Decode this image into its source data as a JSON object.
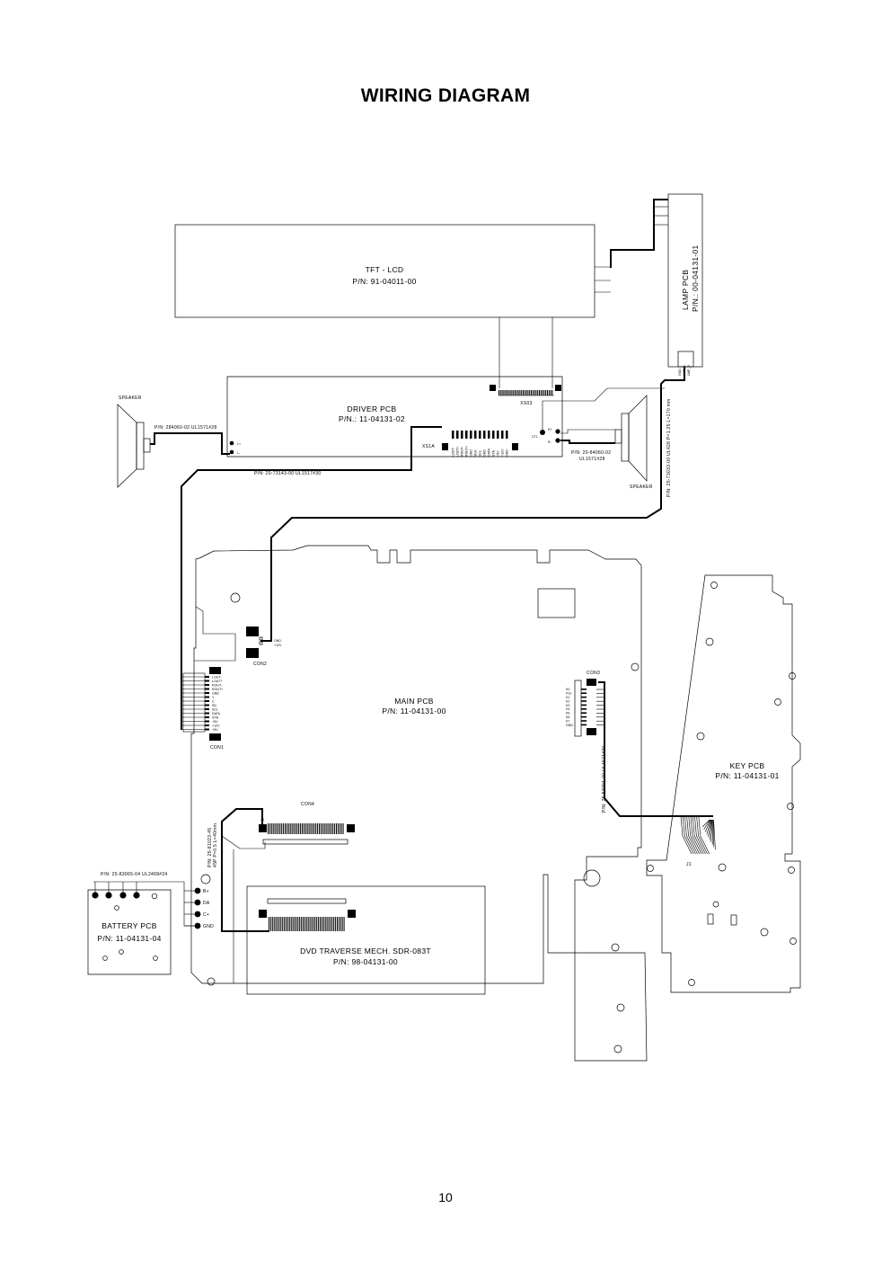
{
  "page": {
    "title": "WIRING DIAGRAM",
    "page_number": "10"
  },
  "tft_lcd": {
    "name": "TFT - LCD",
    "pn": "P/N: 91-04011-00"
  },
  "lamp_pcb": {
    "name": "LAMP PCB",
    "pn": "P/N.: 00-04131-01",
    "pins": [
      "GND",
      "LMP_A",
      "LMP_B"
    ]
  },
  "driver_pcb": {
    "name": "DRIVER PCB",
    "pn": "P/N.: 11-04131-02",
    "xs03": "XS03",
    "xs1a": "XS1A",
    "xs1a_pins": [
      "LOUT-",
      "LOUT+",
      "ROUT-",
      "ROUT+",
      "GND",
      "SDA",
      "SCL",
      "GND",
      "DATA",
      "STB",
      "+5V",
      "+12V",
      "GND"
    ],
    "ctl": "CTL",
    "ctl_pins": [
      "R+",
      "R-"
    ],
    "speaker_pins": [
      "L+",
      "L-"
    ]
  },
  "speakers": {
    "left_label": "SPEAKER",
    "right_label": "SPEAKER"
  },
  "wires": {
    "left_speaker": "P/N: 284060-02  UL1571#28",
    "right_speaker": "P/N: 20-84060-02",
    "right_speaker_2": "UL1571#28",
    "driver_main": "P/N: 20-73143-00 UL1517#30",
    "lamp_main": "P/N: 25-73033-00 UL428 P=1.25 L=170 mm",
    "key_main": "P/N: 25-53091-00 UL1571#30",
    "con4_dvd": "P/N: 25-81023-45",
    "con4_dvd_2": "45P P=0.5 L=40mm",
    "battery": "P/N: 25-83065-04 UL2468#24"
  },
  "main_pcb": {
    "name": "MAIN PCB",
    "pn": "P/N: 11-04131-00",
    "con1": "CON1",
    "con1_pins": [
      "LOUT-",
      "LOUT+",
      "ROUT-",
      "ROUT+",
      "GND",
      "Y",
      "C",
      "SD",
      "SCL",
      "DATA",
      "STB",
      "+5V",
      "+12V",
      "+5V"
    ],
    "con2": "CON2",
    "con2_pins": [
      "GND",
      "+12V"
    ],
    "con3": "CON3",
    "con3_pins": [
      "K0",
      "K10",
      "K1",
      "K2",
      "K3",
      "K4",
      "K5",
      "K6",
      "K7",
      "GND"
    ],
    "con4": "CON4",
    "con4_pin": "45",
    "battery_pins": [
      "B+",
      "DA",
      "C+",
      "GND"
    ]
  },
  "key_pcb": {
    "name": "KEY PCB",
    "pn": "P/N: 11-04131-01",
    "j1": "J1"
  },
  "battery_pcb": {
    "name": "BATTERY PCB",
    "pn": "P/N: 11-04131-04"
  },
  "dvd": {
    "name": "DVD TRAVERSE MECH. SDR-083T",
    "pn": "P/N: 98-04131-00"
  }
}
